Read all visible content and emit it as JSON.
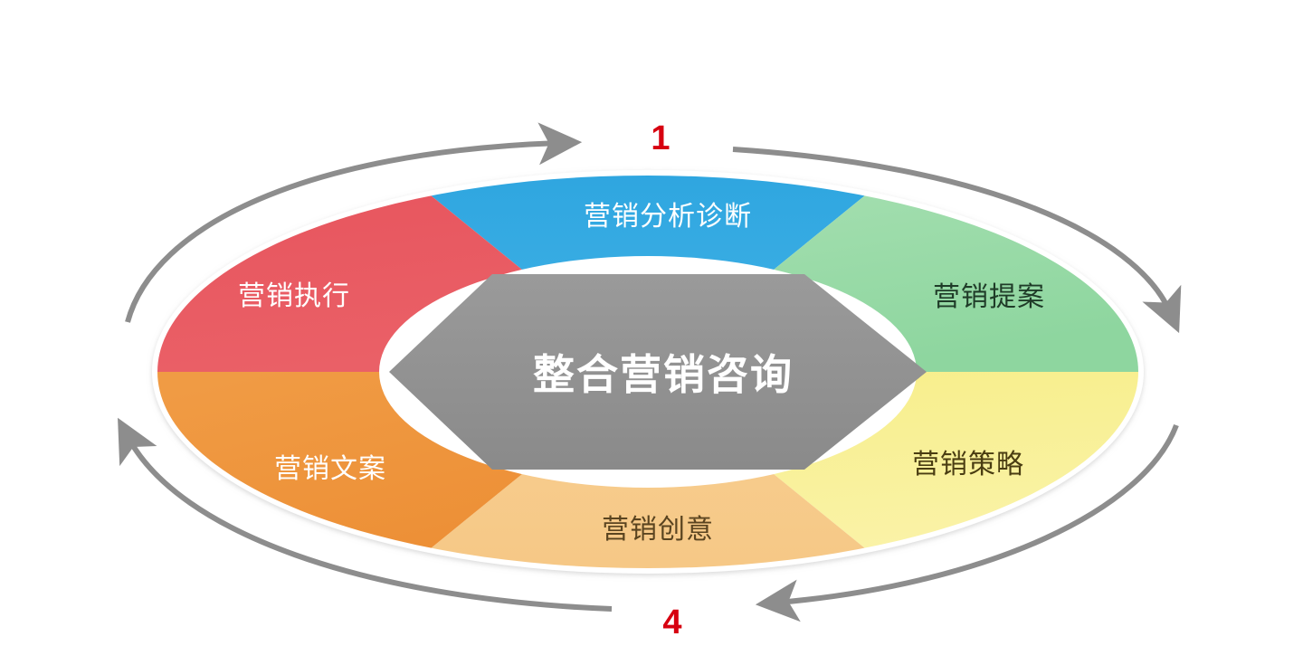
{
  "diagram": {
    "title": "整合营销咨询",
    "type": "cycle-donut",
    "center": {
      "label": "整合营销咨询",
      "shape": "hexagon",
      "fill": "#8c8c8c",
      "text_color": "#ffffff"
    },
    "ring": {
      "outer_white_border": "#ffffff",
      "segments": [
        {
          "id": "analysis",
          "label": "营销分析诊断",
          "position": "top",
          "fill": "#33a7dd",
          "text_color": "#ffffff",
          "order": 1
        },
        {
          "id": "proposal",
          "label": "营销提案",
          "position": "upper-right",
          "fill": "#96dba5",
          "text_color": "#1f3b28",
          "order": 2
        },
        {
          "id": "strategy",
          "label": "营销策略",
          "position": "lower-right",
          "fill": "#f7ef92",
          "text_color": "#4a3d12",
          "order": 3
        },
        {
          "id": "creative",
          "label": "营销创意",
          "position": "bottom",
          "fill": "#f7cc8e",
          "text_color": "#5a4420",
          "order": 4
        },
        {
          "id": "copywriting",
          "label": "营销文案",
          "position": "lower-left",
          "fill": "#ef963c",
          "text_color": "#ffffff",
          "order": 5
        },
        {
          "id": "execution",
          "label": "营销执行",
          "position": "upper-left",
          "fill": "#e8575f",
          "text_color": "#ffffff",
          "order": 6
        }
      ]
    },
    "step_markers": [
      {
        "id": "step-top",
        "value": "1",
        "color": "#d70010",
        "position": "top"
      },
      {
        "id": "step-bottom",
        "value": "4",
        "color": "#d70010",
        "position": "bottom"
      }
    ],
    "arrows": {
      "color": "#8d8d8d",
      "items": [
        {
          "id": "arrow-top-left",
          "direction": "clockwise",
          "from": "lower-left-outside",
          "to": "top-center"
        },
        {
          "id": "arrow-top-right",
          "direction": "clockwise",
          "from": "top-center",
          "to": "right-side"
        },
        {
          "id": "arrow-bottom-right",
          "direction": "clockwise",
          "from": "right-lower",
          "to": "bottom-center"
        },
        {
          "id": "arrow-bottom-left",
          "direction": "clockwise",
          "from": "bottom-center",
          "to": "left-side"
        }
      ]
    }
  }
}
